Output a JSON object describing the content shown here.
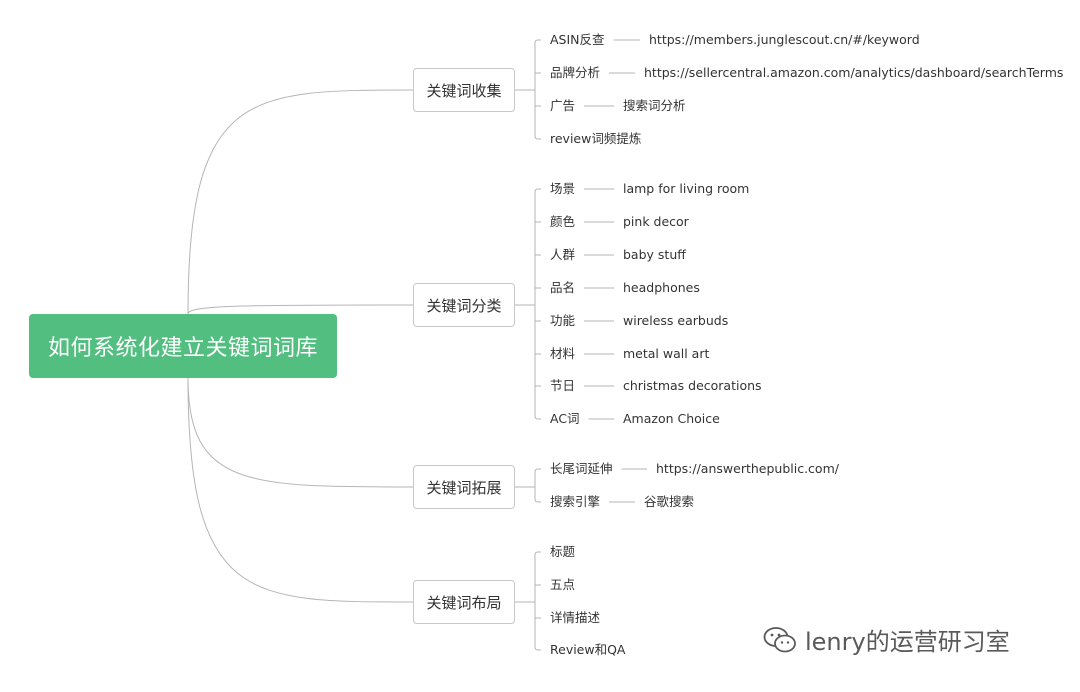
{
  "root": {
    "label": "如何系统化建立关键词词库"
  },
  "branches": [
    {
      "label": "关键词收集",
      "children": [
        {
          "label": "ASIN反查",
          "detail": "https://members.junglescout.cn/#/keyword"
        },
        {
          "label": "品牌分析",
          "detail": "https://sellercentral.amazon.com/analytics/dashboard/searchTerms"
        },
        {
          "label": "广告",
          "detail": "搜索词分析"
        },
        {
          "label": "review词频提炼"
        }
      ]
    },
    {
      "label": "关键词分类",
      "children": [
        {
          "label": "场景",
          "detail": "lamp for living room"
        },
        {
          "label": "颜色",
          "detail": "pink decor"
        },
        {
          "label": "人群",
          "detail": "baby stuff"
        },
        {
          "label": "品名",
          "detail": "headphones"
        },
        {
          "label": "功能",
          "detail": "wireless earbuds"
        },
        {
          "label": "材料",
          "detail": "metal wall art"
        },
        {
          "label": "节日",
          "detail": "christmas decorations"
        },
        {
          "label": "AC词",
          "detail": "Amazon Choice"
        }
      ]
    },
    {
      "label": "关键词拓展",
      "children": [
        {
          "label": "长尾词延伸",
          "detail": "https://answerthepublic.com/"
        },
        {
          "label": "搜索引擎",
          "detail": "谷歌搜索"
        }
      ]
    },
    {
      "label": "关键词布局",
      "children": [
        {
          "label": "标题"
        },
        {
          "label": "五点"
        },
        {
          "label": "详情描述"
        },
        {
          "label": "Review和QA"
        }
      ]
    }
  ],
  "watermark": {
    "icon": "wechat-icon",
    "text": "lenry的运营研习室"
  },
  "colors": {
    "root_fill": "#52be80",
    "line": "#b5b5b5",
    "text": "#333333"
  }
}
